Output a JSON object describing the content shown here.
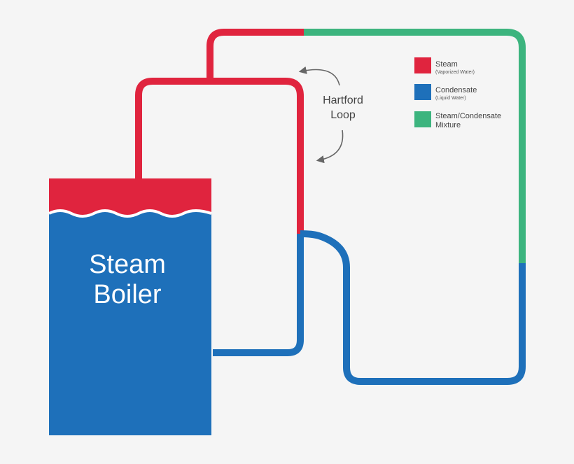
{
  "colors": {
    "steam": "#e0243e",
    "condensate": "#1e70ba",
    "mixture": "#3cb47e",
    "background": "#f5f5f5",
    "arrow": "#666666"
  },
  "boiler": {
    "label_line1": "Steam",
    "label_line2": "Boiler"
  },
  "hartford_loop": {
    "label_line1": "Hartford",
    "label_line2": "Loop"
  },
  "legend": {
    "items": [
      {
        "title": "Steam",
        "subtitle": "(Vaporized Water)",
        "color": "#e0243e"
      },
      {
        "title": "Condensate",
        "subtitle": "(Liquid Water)",
        "color": "#1e70ba"
      },
      {
        "title": "Steam/Condensate",
        "subtitle": "Mixture",
        "color": "#3cb47e"
      }
    ]
  }
}
